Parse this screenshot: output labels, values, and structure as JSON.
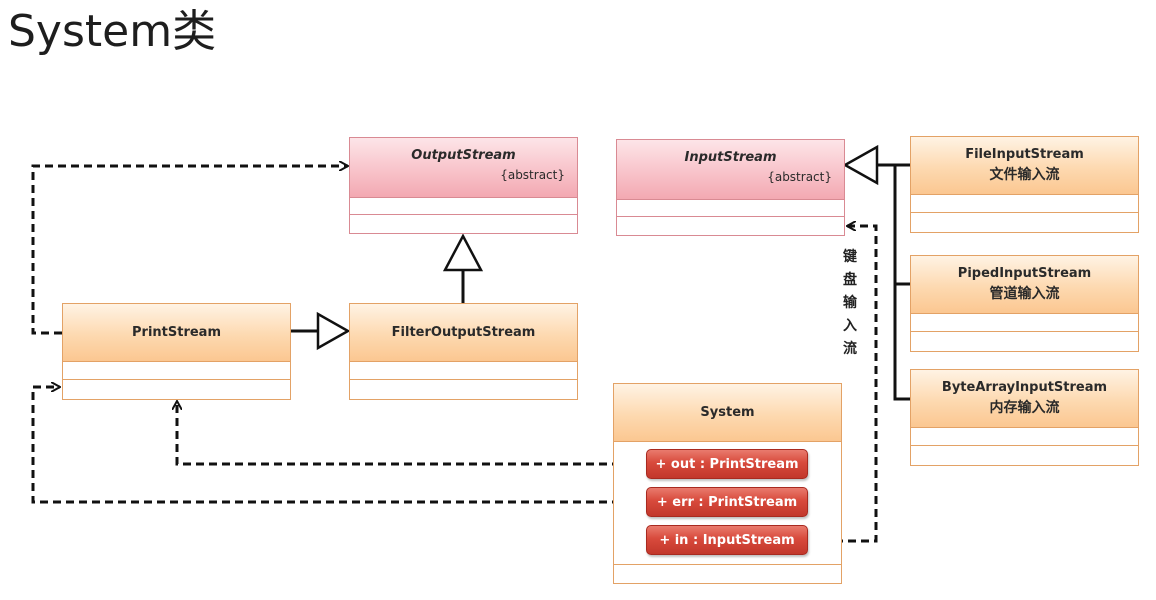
{
  "page": {
    "title": "System类"
  },
  "classes": {
    "output_stream": {
      "name": "OutputStream",
      "stereotype": "{abstract}"
    },
    "input_stream": {
      "name": "InputStream",
      "stereotype": "{abstract}"
    },
    "print_stream": {
      "name": "PrintStream"
    },
    "filter_output_stream": {
      "name": "FilterOutputStream"
    },
    "file_input_stream": {
      "name": "FileInputStream",
      "cn": "文件输入流"
    },
    "piped_input_stream": {
      "name": "PipedInputStream",
      "cn": "管道输入流"
    },
    "byte_array_input_stream": {
      "name": "ByteArrayInputStream",
      "cn": "内存输入流"
    },
    "system": {
      "name": "System",
      "fields": {
        "out": "+ out : PrintStream",
        "err": "+ err : PrintStream",
        "in": "+ in : InputStream"
      }
    }
  },
  "annotations": {
    "keyboard_input_stream": "键盘输入流"
  },
  "colors": {
    "concrete_border": "#e3a266",
    "abstract_border": "#d98a93",
    "field_fill": "#d84a3c",
    "line": "#111111"
  }
}
